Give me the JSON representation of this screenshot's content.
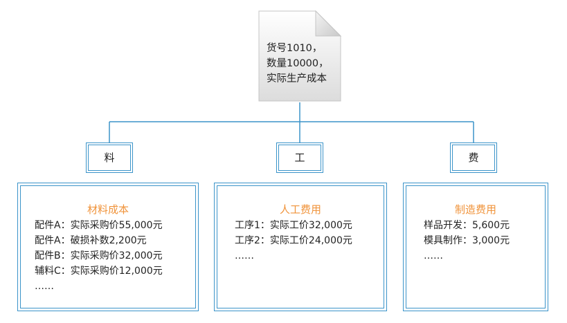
{
  "colors": {
    "connector": "#3a93c9",
    "box_border": "#3a93c9",
    "panel_title": "#f0933a",
    "doc_fill_top": "#ffffff",
    "doc_fill_bottom": "#dedede",
    "doc_stroke": "#bdbdbd",
    "text": "#222222"
  },
  "root": {
    "icon": "document-icon",
    "lines": [
      "货号1010，",
      "数量10000，",
      "实际生产成本"
    ]
  },
  "categories": [
    {
      "label": "料",
      "title": "材料成本",
      "items": [
        "配件A：实际采购价55,000元",
        "配件A：破损补数2,200元",
        "配件B：实际采购价32,000元",
        "辅料C：实际采购价12,000元",
        "……"
      ]
    },
    {
      "label": "工",
      "title": "人工费用",
      "items": [
        "工序1：实际工价32,000元",
        "工序2：实际工价24,000元",
        "……"
      ]
    },
    {
      "label": "费",
      "title": "制造费用",
      "items": [
        "样品开发：5,600元",
        "模具制作：3,000元",
        "……"
      ]
    }
  ]
}
